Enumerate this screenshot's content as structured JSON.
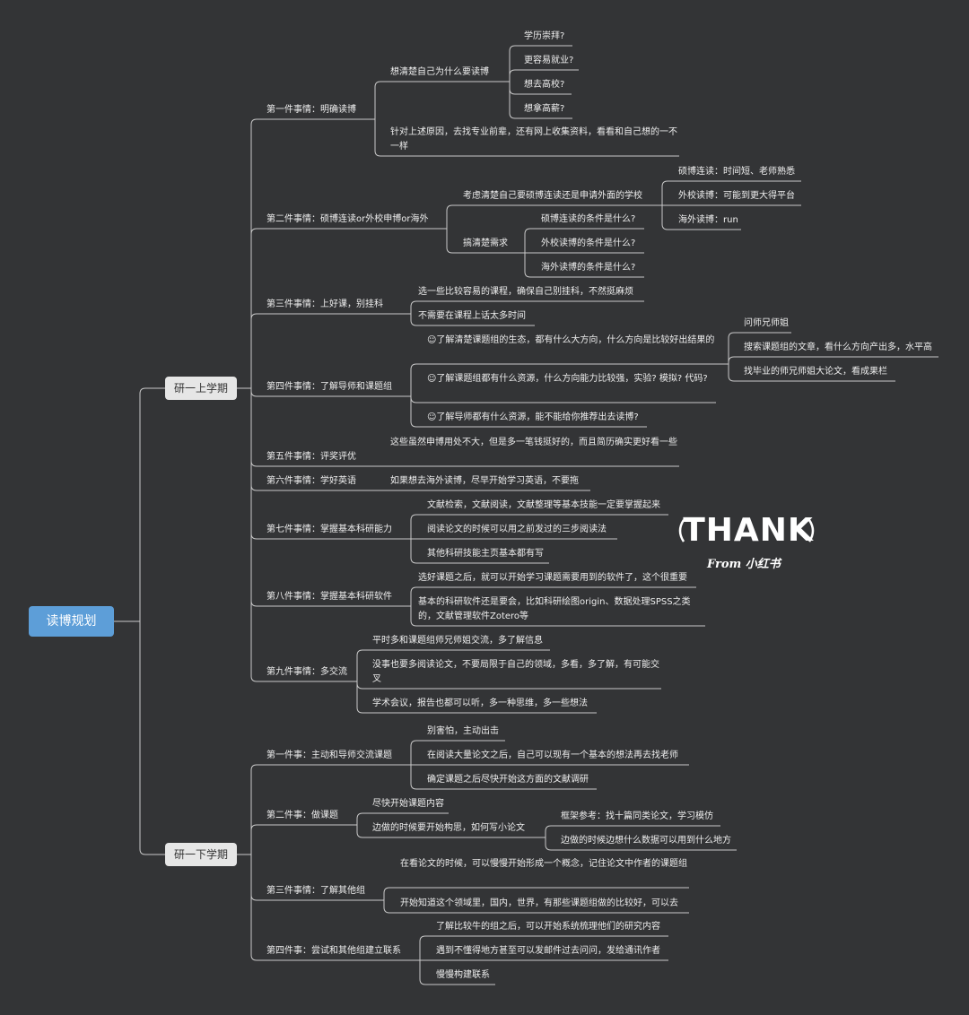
{
  "root": "读博规划",
  "branch_a": "研一上学期",
  "branch_b": "研一下学期",
  "a1": {
    "label": "第一件事情：明确读博",
    "why": "想清楚自己为什么要读博",
    "reasons": [
      "学历崇拜?",
      "更容易就业?",
      "想去高校?",
      "想拿高薪?"
    ],
    "action": "针对上述原因，去找专业前辈，还有网上收集资料，看看和自己想的一不一样"
  },
  "a2": {
    "label": "第二件事情：硕博连读or外校申博or海外",
    "consider": "考虑清楚自己要硕博连读还是申请外面的学校",
    "options": [
      "硕博连读：时间短、老师熟悉",
      "外校读博：可能到更大得平台",
      "海外读博：run"
    ],
    "needs": "搞清楚需求",
    "conditions": [
      "硕博连读的条件是什么?",
      "外校读博的条件是什么?",
      "海外读博的条件是什么?"
    ]
  },
  "a3": {
    "label": "第三件事情：上好课，别挂科",
    "items": [
      "选一些比较容易的课程，确保自己别挂科，不然挺麻烦",
      "不需要在课程上话太多时间"
    ]
  },
  "a4": {
    "label": "第四件事情：了解导师和课题组",
    "eco": "☺了解清楚课题组的生态，都有什么大方向，什么方向是比较好出结果的",
    "eco_sub": [
      "问师兄师姐",
      "搜索课题组的文章，看什么方向产出多，水平高",
      "找毕业的师兄师姐大论文，看成果栏"
    ],
    "resources": "☺了解课题组都有什么资源，什么方向能力比较强，实验? 模拟? 代码?",
    "advisor": "☺了解导师都有什么资源，能不能给你推荐出去读博?"
  },
  "a5": {
    "label": "第五件事情：评奖评优",
    "item": "这些虽然申博用处不大，但是多一笔钱挺好的，而且简历确实更好看一些"
  },
  "a6": {
    "label": "第六件事情：学好英语",
    "item": "如果想去海外读博，尽早开始学习英语，不要拖"
  },
  "a7": {
    "label": "第七件事情：掌握基本科研能力",
    "items": [
      "文献检索，文献阅读，文献整理等基本技能一定要掌握起来",
      "阅读论文的时候可以用之前发过的三步阅读法",
      "其他科研技能主页基本都有写"
    ]
  },
  "a8": {
    "label": "第八件事情：掌握基本科研软件",
    "items": [
      "选好课题之后，就可以开始学习课题需要用到的软件了，这个很重要",
      "基本的科研软件还是要会，比如科研绘图origin、数据处理SPSS之类的，文献管理软件Zotero等"
    ]
  },
  "a9": {
    "label": "第九件事情：多交流",
    "items": [
      "平时多和课题组师兄师姐交流，多了解信息",
      "没事也要多阅读论文，不要局限于自己的领域，多看，多了解，有可能交叉",
      "学术会议，报告也都可以听，多一种思维，多一些想法"
    ]
  },
  "b1": {
    "label": "第一件事：主动和导师交流课题",
    "items": [
      "别害怕，主动出击",
      "在阅读大量论文之后，自己可以现有一个基本的想法再去找老师",
      "确定课题之后尽快开始这方面的文献调研"
    ]
  },
  "b2": {
    "label": "第二件事：做课题",
    "start": "尽快开始课题内容",
    "write": "边做的时候要开始构思，如何写小论文",
    "write_sub": [
      "框架参考：找十篇同类论文，学习模仿",
      "边做的时候边想什么数据可以用到什么地方"
    ]
  },
  "b3": {
    "label": "第三件事情：了解其他组",
    "items": [
      "在看论文的时候，可以慢慢开始形成一个概念，记住论文中作者的课题组",
      "开始知道这个领域里，国内，世界，有那些课题组做的比较好，可以去"
    ]
  },
  "b4": {
    "label": "第四件事：尝试和其他组建立联系",
    "items": [
      "了解比较牛的组之后，可以开始系统梳理他们的研究内容",
      "遇到不懂得地方甚至可以发邮件过去问问，发给通讯作者",
      "慢慢构建联系"
    ]
  },
  "watermark": {
    "main": "THANK",
    "from": "From 小红书"
  },
  "colors": {
    "background": "#333436",
    "line": "#c9c9c9",
    "root_fill": "#5d9ed8",
    "branch_fill": "#e6e6e6"
  }
}
